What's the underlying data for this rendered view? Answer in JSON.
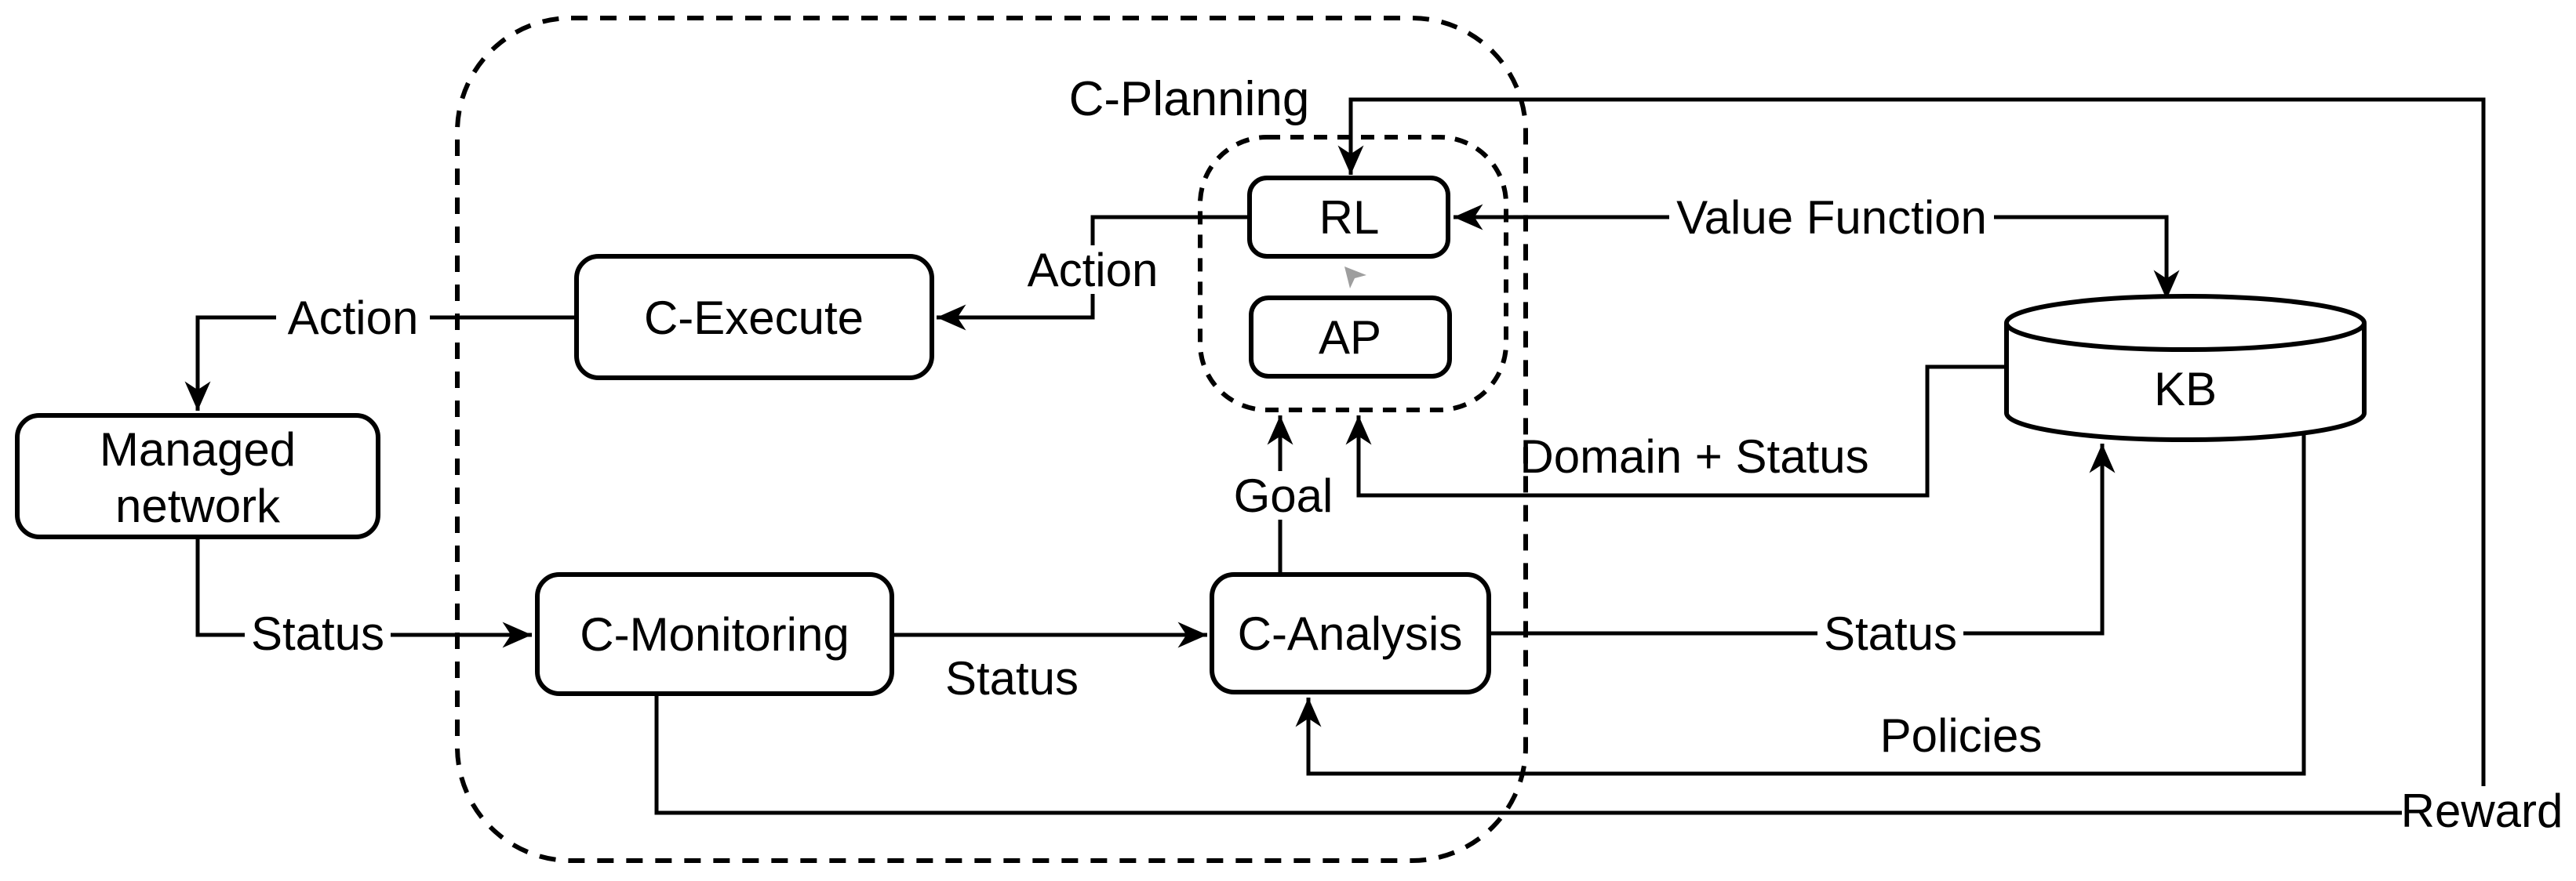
{
  "containers": {
    "c_planning": {
      "label": "C-Planning"
    }
  },
  "nodes": {
    "managed_network": {
      "label_line1": "Managed",
      "label_line2": "network"
    },
    "c_execute": {
      "label": "C-Execute"
    },
    "c_monitoring": {
      "label": "C-Monitoring"
    },
    "c_analysis": {
      "label": "C-Analysis"
    },
    "rl": {
      "label": "RL"
    },
    "ap": {
      "label": "AP"
    },
    "kb": {
      "label": "KB"
    }
  },
  "edges": {
    "execute_to_network": {
      "label": "Action"
    },
    "rl_to_execute": {
      "label": "Action"
    },
    "network_to_monitoring": {
      "label": "Status"
    },
    "monitoring_to_analysis": {
      "label": "Status"
    },
    "analysis_to_kb": {
      "label": "Status"
    },
    "analysis_to_planning": {
      "label": "Goal"
    },
    "rl_kb_value_function": {
      "label": "Value Function"
    },
    "kb_to_planning": {
      "label": "Domain + Status"
    },
    "kb_to_analysis": {
      "label": "Policies"
    },
    "monitoring_to_rl": {
      "label": "Reward"
    }
  },
  "colors": {
    "line": "#000000",
    "background": "#ffffff",
    "node_fill": "#ffffff",
    "cursor_artifact": "#9e9e9e"
  }
}
